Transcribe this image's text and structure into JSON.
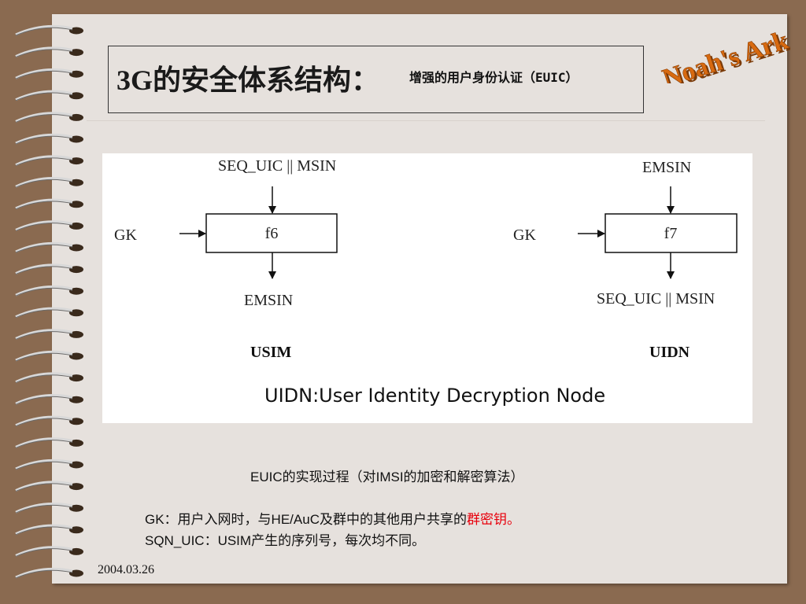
{
  "title": {
    "main": "3G的安全体系结构：",
    "sub": "增强的用户身份认证（EUIC）"
  },
  "logo": {
    "text": "Noah's Ark",
    "color": "#d86a10"
  },
  "diagram": {
    "left": {
      "input_top": "SEQ_UIC || MSIN",
      "input_left": "GK",
      "func": "f6",
      "output": "EMSIN",
      "caption": "USIM"
    },
    "right": {
      "input_top": "EMSIN",
      "input_left": "GK",
      "func": "f7",
      "output": "SEQ_UIC || MSIN",
      "caption": "UIDN"
    },
    "footer": "UIDN:User Identity Decryption Node"
  },
  "notes": {
    "heading": "EUIC的实现过程（对IMSI的加密和解密算法）",
    "gk_prefix": "GK：用户入网时，与HE/AuC及群中的其他用户共享的",
    "gk_highlight": "群密钥。",
    "sqn": "SQN_UIC：USIM产生的序列号，每次均不同。",
    "highlight_color": "#e8000c"
  },
  "date": "2004.03.26"
}
